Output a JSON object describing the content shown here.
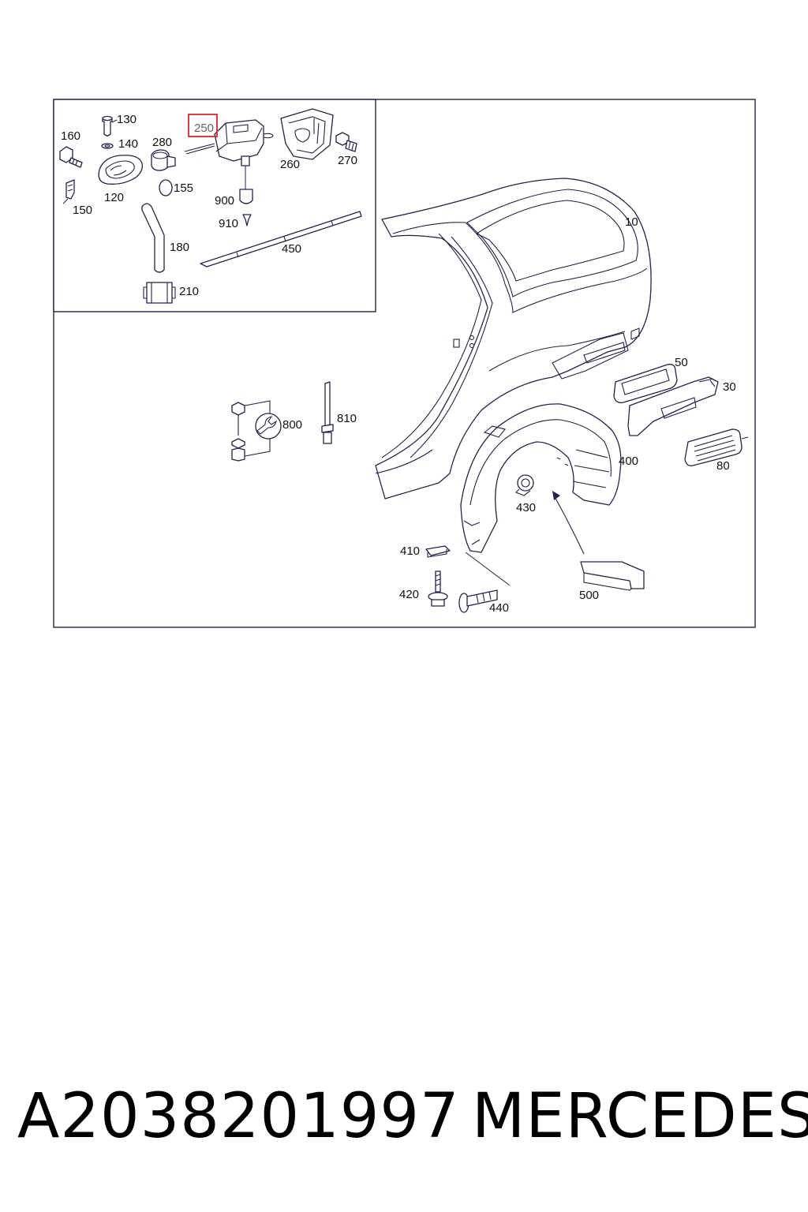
{
  "highlighted_part": "250",
  "callouts": {
    "p10": "10",
    "p30": "30",
    "p50": "50",
    "p80": "80",
    "p120": "120",
    "p130": "130",
    "p140": "140",
    "p150": "150",
    "p155": "155",
    "p160": "160",
    "p180": "180",
    "p210": "210",
    "p250": "250",
    "p260": "260",
    "p270": "270",
    "p280": "280",
    "p400": "400",
    "p410": "410",
    "p420": "420",
    "p430": "430",
    "p440": "440",
    "p450": "450",
    "p500": "500",
    "p800": "800",
    "p810": "810",
    "p900": "900",
    "p910": "910"
  },
  "caption": {
    "part_number": "A2038201997",
    "brand": "MERCEDES"
  },
  "colors": {
    "line": "#22224a",
    "highlight_box": "#d6292f"
  }
}
